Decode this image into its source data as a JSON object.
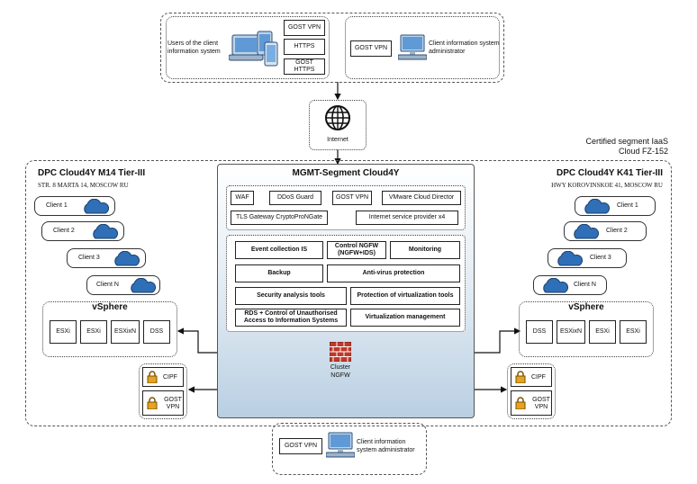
{
  "top": {
    "users_label": "Users of the client information system",
    "protocols": [
      "GOST VPN",
      "HTTPS",
      "GOST HTTPS"
    ],
    "admin_vpn": "GOST VPN",
    "admin_label": "Client information system administrator"
  },
  "internet": {
    "label": "Internet"
  },
  "certified": {
    "line1": "Certified segment IaaS",
    "line2": "Cloud FZ-152"
  },
  "left_dc": {
    "title": "DPC Cloud4Y M14 Tier-III",
    "address": "STR. 8 MARTA 14, MOSCOW RU",
    "clients": [
      "Client 1",
      "Client 2",
      "Client 3",
      "Client N"
    ],
    "vsphere_title": "vSphere",
    "hosts": [
      "ESXi",
      "ESXi",
      "ESXixN",
      "DSS"
    ],
    "security": [
      "CIPF",
      "GOST VPN"
    ]
  },
  "right_dc": {
    "title": "DPC Cloud4Y K41 Tier-III",
    "address": "HWY KOROVINSKOE 41, MOSCOW RU",
    "clients": [
      "Client 1",
      "Client 2",
      "Client 3",
      "Client N"
    ],
    "vsphere_title": "vSphere",
    "hosts": [
      "DSS",
      "ESXixN",
      "ESXi",
      "ESXi"
    ],
    "security": [
      "CIPF",
      "GOST VPN"
    ]
  },
  "mgmt": {
    "title": "MGMT-Segment Cloud4Y",
    "top_row1": [
      "WAF",
      "DDoS Guard",
      "GOST VPN",
      "VMware Cloud Director"
    ],
    "top_row2": [
      "TLS Gateway CryptoProNGate",
      "Internet service provider x4"
    ],
    "grid": {
      "event": "Event collection IS",
      "control": "Control NGFW (NGFW+IDS)",
      "monitoring": "Monitoring",
      "backup": "Backup",
      "antivirus": "Anti-virus protection",
      "security_tools": "Security analysis tools",
      "protection": "Protection of virtualization tools",
      "rds": "RDS + Control of Unauthorised Access to Information Systems",
      "virt_mgmt": "Virtualization management"
    },
    "firewall_label": "Cluster NGFW"
  },
  "bottom": {
    "admin_vpn": "GOST VPN",
    "admin_label": "Client information system administrator"
  },
  "icons": [
    "devices-icon",
    "computer-icon",
    "globe-icon",
    "cloud-icon",
    "lock-icon",
    "firewall-icon"
  ]
}
